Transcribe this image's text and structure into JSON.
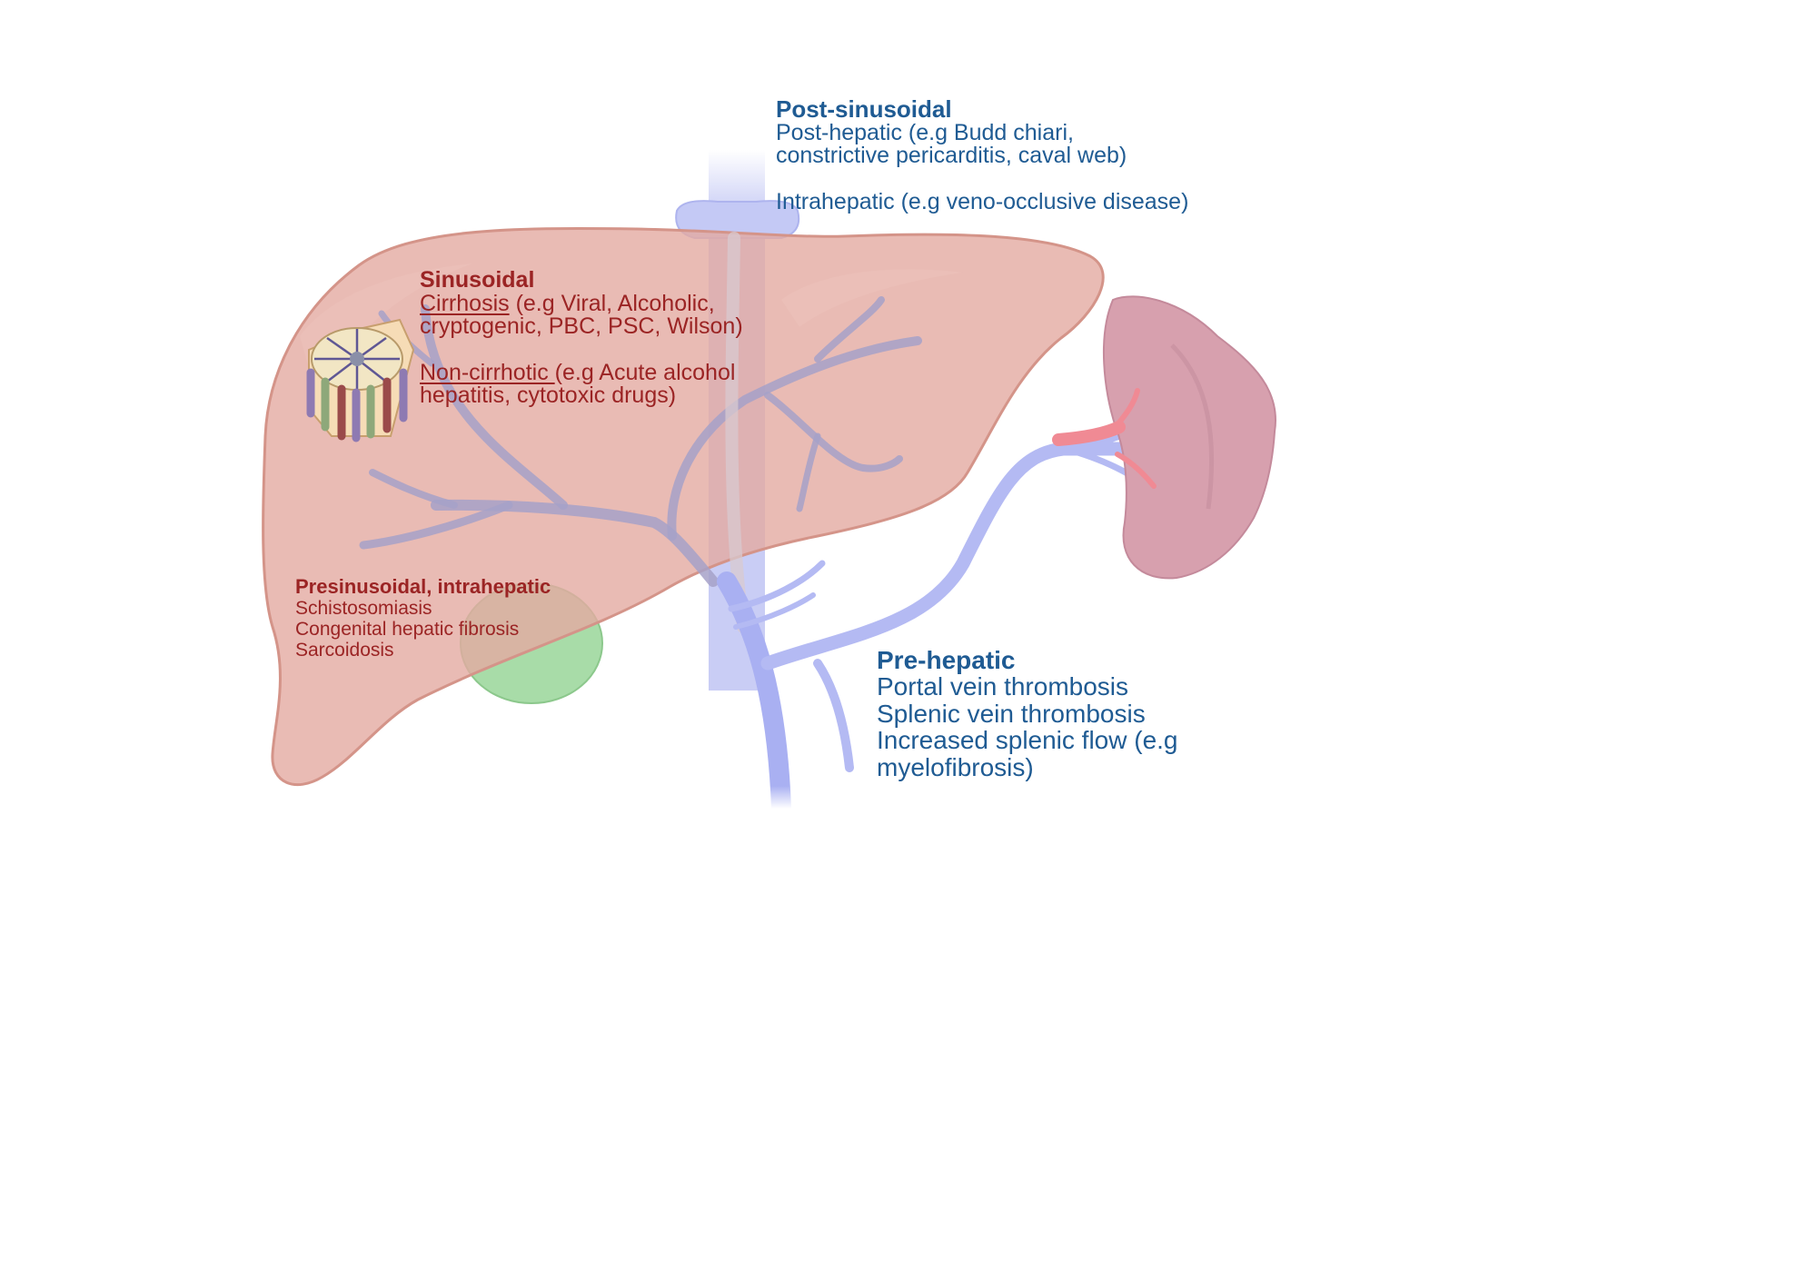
{
  "colors": {
    "liver": "#e3aaa1",
    "liver_edge": "#d49489",
    "vessel_blue": "#b9c0f4",
    "portal_vessel": "#a6a1c8",
    "spleen": "#d7a0ae",
    "gallbladder": "#a8dca8",
    "artery_red": "#f08a94",
    "text_blue": "#1f5b93",
    "text_red": "#9b2424"
  },
  "post_sinusoidal": {
    "heading": "Post-sinusoidal",
    "posthepatic_line1": "Post-hepatic (e.g Budd chiari,",
    "posthepatic_line2": "constrictive pericarditis, caval web)",
    "intrahepatic": "Intrahepatic (e.g veno-occlusive disease)"
  },
  "sinusoidal": {
    "heading": "Sinusoidal",
    "cirrhosis_term": "Cirrhosis",
    "cirrhosis_rest": " (e.g Viral, Alcoholic,",
    "cirrhosis_line2": "cryptogenic, PBC, PSC, Wilson)",
    "noncirrhotic_term": "Non-cirrhotic ",
    "noncirrhotic_rest": "(e.g Acute alcohol",
    "noncirrhotic_line2": "hepatitis, cytotoxic drugs)"
  },
  "presinusoidal": {
    "heading": "Presinusoidal, intrahepatic",
    "items": [
      "Schistosomiasis",
      "Congenital hepatic fibrosis",
      "Sarcoidosis"
    ]
  },
  "pre_hepatic": {
    "heading": "Pre-hepatic",
    "items": [
      "Portal vein thrombosis",
      "Splenic vein thrombosis",
      "Increased splenic flow (e.g",
      "myelofibrosis)"
    ]
  }
}
